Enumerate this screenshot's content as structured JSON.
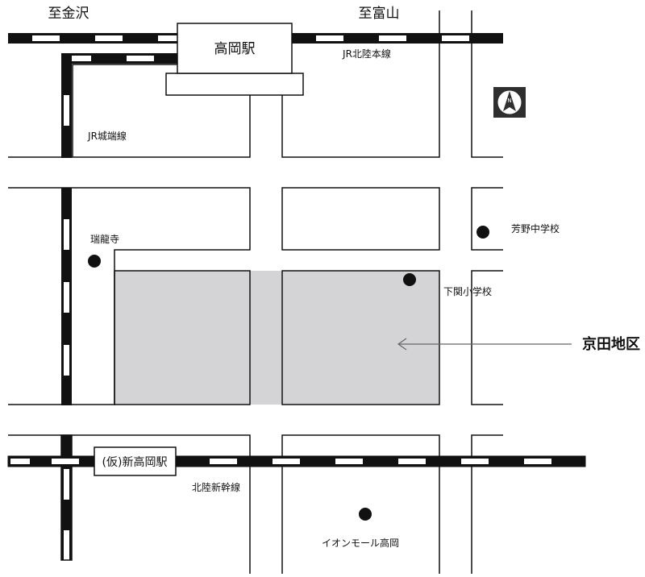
{
  "destinations": {
    "kanazawa": "至金沢",
    "toyama": "至富山"
  },
  "stations": {
    "takaoka": "高岡駅",
    "shin_takaoka": "(仮)新高岡駅"
  },
  "railways": {
    "hokuriku_main": "JR北陸本線",
    "johana": "JR城端線",
    "hokuriku_shinkansen": "北陸新幹線"
  },
  "landmarks": {
    "zuiryuji": "瑞龍寺",
    "hagano_jhs": "芳野中学校",
    "shimozeki_es": "下関小学校",
    "aeon_mall": "イオンモール高岡"
  },
  "area": {
    "label": "京田地区",
    "fill_color": "#d4d4d6"
  },
  "compass": {
    "letter": "N"
  },
  "colors": {
    "line": "#111111",
    "rail_white": "#ffffff",
    "background": "#ffffff"
  }
}
